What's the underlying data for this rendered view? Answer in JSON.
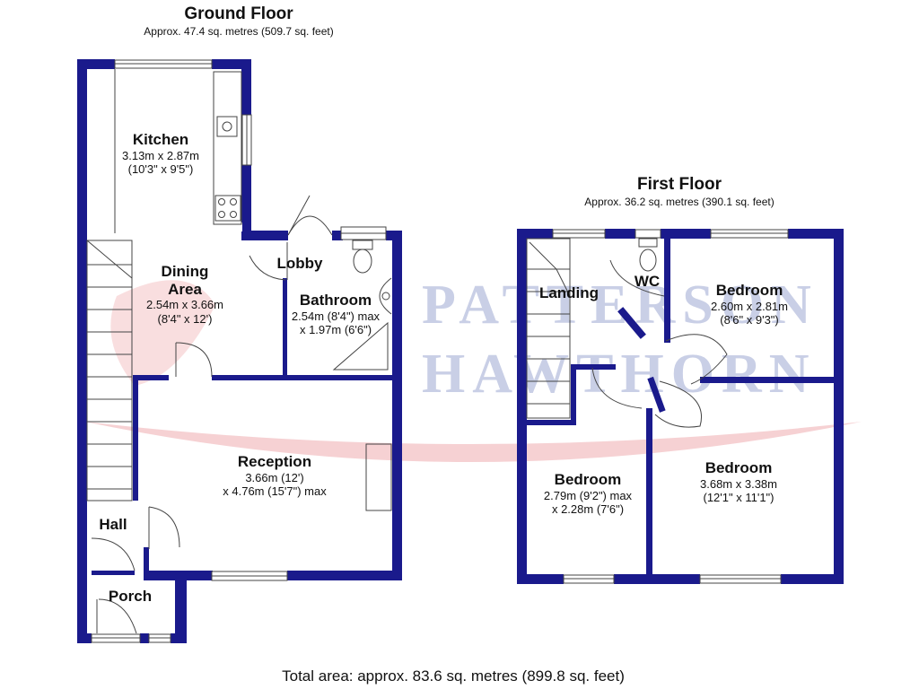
{
  "ground_floor": {
    "title": "Ground Floor",
    "area": "Approx. 47.4 sq. metres (509.7 sq. feet)",
    "rooms": {
      "kitchen": {
        "name": "Kitchen",
        "dim1": "3.13m x 2.87m",
        "dim2": "(10'3\" x 9'5\")"
      },
      "dining": {
        "name1": "Dining",
        "name2": "Area",
        "dim1": "2.54m x 3.66m",
        "dim2": "(8'4\" x 12')"
      },
      "lobby": {
        "name": "Lobby"
      },
      "bathroom": {
        "name": "Bathroom",
        "dim1": "2.54m (8'4\") max",
        "dim2": "x 1.97m (6'6\")"
      },
      "reception": {
        "name": "Reception",
        "dim1": "3.66m (12')",
        "dim2": "x 4.76m (15'7\") max"
      },
      "hall": {
        "name": "Hall"
      },
      "porch": {
        "name": "Porch"
      }
    }
  },
  "first_floor": {
    "title": "First Floor",
    "area": "Approx. 36.2 sq. metres (390.1 sq. feet)",
    "rooms": {
      "landing": {
        "name": "Landing"
      },
      "wc": {
        "name": "WC"
      },
      "bedroom_1": {
        "name": "Bedroom",
        "dim1": "2.60m x 2.81m",
        "dim2": "(8'6\" x 9'3\")"
      },
      "bedroom_2": {
        "name": "Bedroom",
        "dim1": "2.79m (9'2\") max",
        "dim2": "x 2.28m (7'6\")"
      },
      "bedroom_3": {
        "name": "Bedroom",
        "dim1": "3.68m x 3.38m",
        "dim2": "(12'1\" x 11'1\")"
      }
    }
  },
  "watermark": {
    "line1": "PATTERSON",
    "line2": "HAWTHORN"
  },
  "total_area": "Total area: approx. 83.6 sq. metres (899.8 sq. feet)",
  "colors": {
    "wall": "#1a1a8c",
    "watermark_text": "#c9cfe6",
    "watermark_swoosh": "#f4c6c8"
  }
}
